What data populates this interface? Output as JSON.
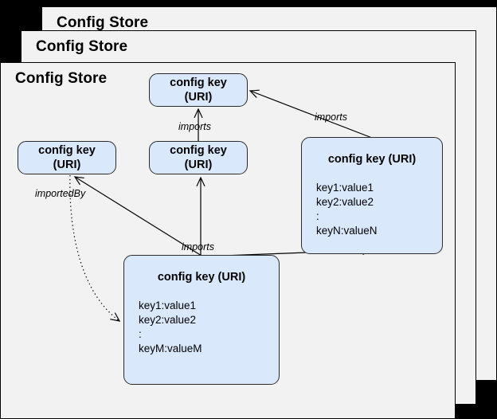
{
  "diagram": {
    "type": "nested-frames-node-graph",
    "background_color": "#000000",
    "frame_fill": "#f2f2f2",
    "node_fill": "#dae8fc",
    "stroke_color": "#000000",
    "frames": [
      {
        "title": "Config Store",
        "layer": "back"
      },
      {
        "title": "Config Store",
        "layer": "middle"
      },
      {
        "title": "Config Store",
        "layer": "front"
      }
    ],
    "nodes": [
      {
        "id": "node-top",
        "title": "config key\n(URI)",
        "title_line1": "config key",
        "title_line2": "(URI)",
        "body": ""
      },
      {
        "id": "node-left",
        "title": "config key\n(URI)",
        "title_line1": "config key",
        "title_line2": "(URI)",
        "body": ""
      },
      {
        "id": "node-mid",
        "title": "config key\n(URI)",
        "title_line1": "config key",
        "title_line2": "(URI)",
        "body": ""
      },
      {
        "id": "node-right",
        "title": "config key (URI)",
        "body": "key1:value1\nkey2:value2\n:\nkeyN:valueN"
      },
      {
        "id": "node-bottom",
        "title": "config key (URI)",
        "body": "key1:value1\nkey2:value2\n:\nkeyM:valueM"
      }
    ],
    "edges": [
      {
        "id": "edge-mid-to-top",
        "label": "imports",
        "style": "solid",
        "from": "node-mid",
        "to": "node-top"
      },
      {
        "id": "edge-right-to-top",
        "label": "imports",
        "style": "solid",
        "from": "node-right",
        "to": "node-top"
      },
      {
        "id": "edge-bottom-to-mid",
        "label": "imports",
        "style": "solid",
        "from": "node-bottom",
        "to": "node-mid"
      },
      {
        "id": "edge-bottom-to-left",
        "label": "",
        "style": "solid",
        "from": "node-bottom",
        "to": "node-left"
      },
      {
        "id": "edge-bottom-to-right",
        "label": "",
        "style": "solid",
        "from": "node-bottom",
        "to": "node-right"
      },
      {
        "id": "edge-left-to-bottom",
        "label": "importedBy",
        "style": "dotted",
        "from": "node-left",
        "to": "node-bottom"
      }
    ]
  }
}
